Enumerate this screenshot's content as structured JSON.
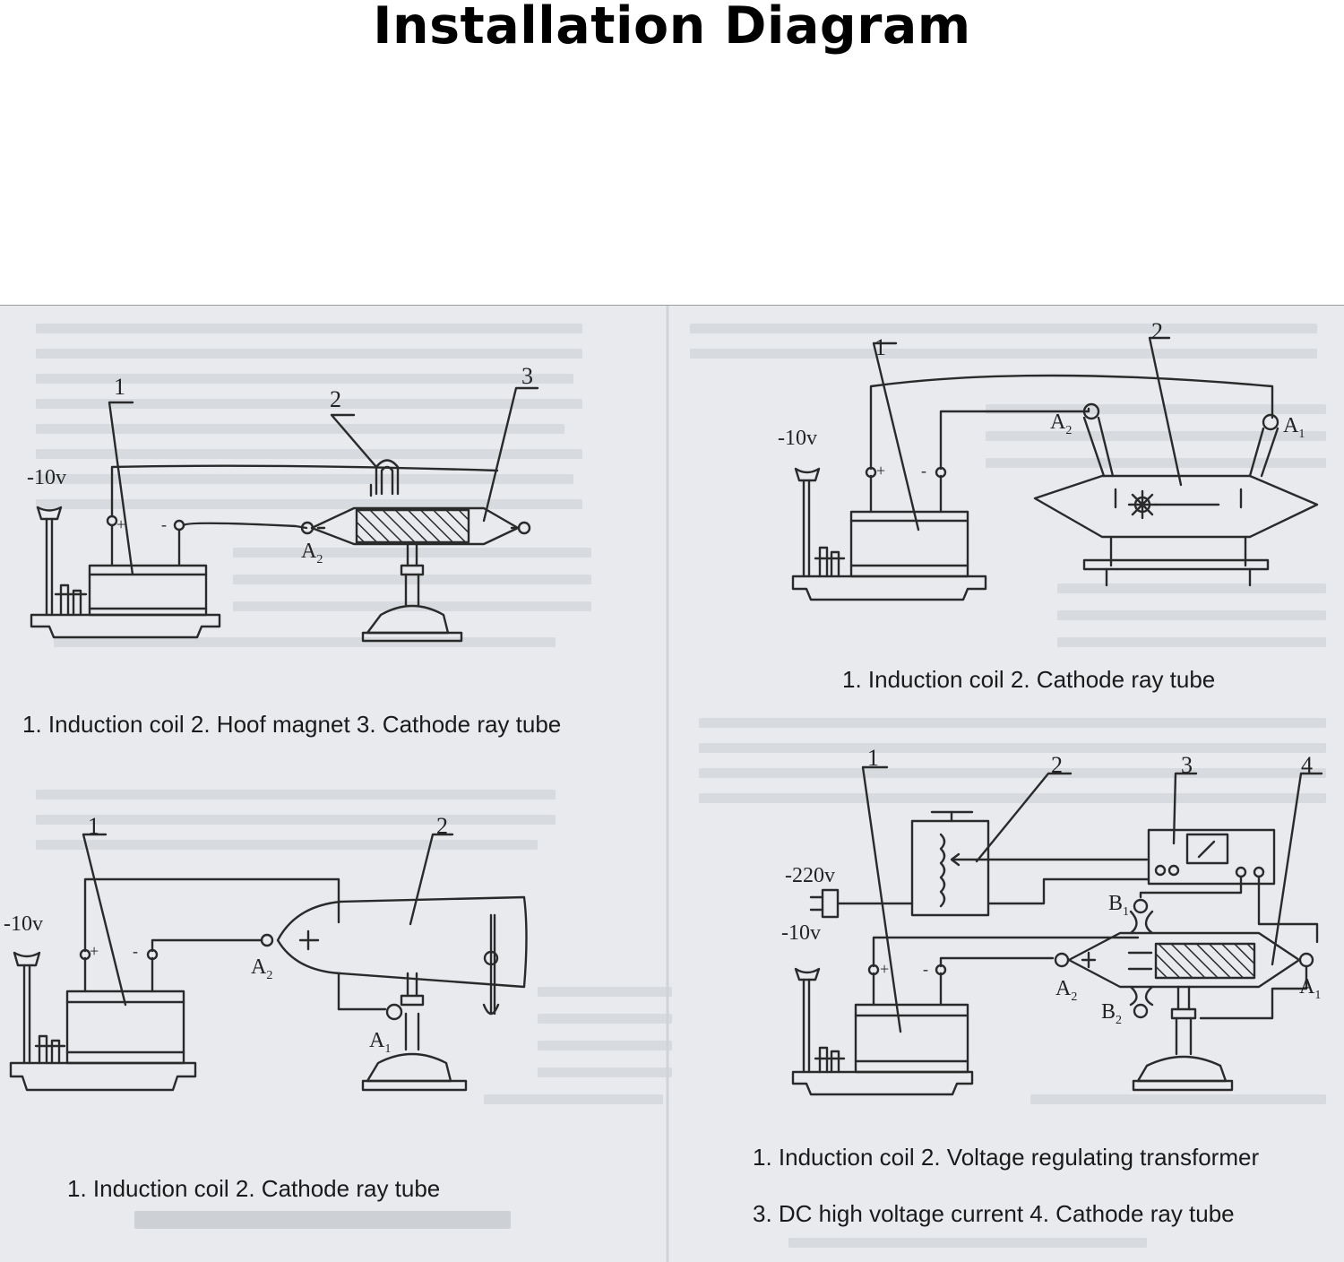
{
  "title": "Installation Diagram",
  "colors": {
    "sheet": "#e8eaee",
    "ink": "#2a2a2a",
    "title": "#000000"
  },
  "diagram_a": {
    "caption": "1. Induction coil 2. Hoof magnet 3. Cathode ray tube",
    "markers": [
      "1",
      "2",
      "3"
    ],
    "voltage": "-10v",
    "electrode": "A",
    "electrode_sub": "2",
    "plus": "+",
    "minus": "-"
  },
  "diagram_b": {
    "caption": "1. Induction coil 2. Cathode ray tube",
    "markers": [
      "1",
      "2"
    ],
    "voltage": "-10v",
    "electrode_left": "A",
    "electrode_left_sub": "2",
    "electrode_right": "A",
    "electrode_right_sub": "1",
    "plus": "+",
    "minus": "-"
  },
  "diagram_c": {
    "caption": "1. Induction coil 2. Cathode ray tube",
    "markers": [
      "1",
      "2"
    ],
    "voltage": "-10v",
    "electrode_a2": "A",
    "electrode_a2_sub": "2",
    "electrode_a1": "A",
    "electrode_a1_sub": "1",
    "plus": "+",
    "minus": "-"
  },
  "diagram_d": {
    "caption_line1": "1. Induction coil 2. Voltage regulating transformer",
    "caption_line2": "3. DC high voltage current 4. Cathode ray tube",
    "markers": [
      "1",
      "2",
      "3",
      "4"
    ],
    "voltage_mains": "-220v",
    "voltage": "-10v",
    "b1": "B",
    "b1_sub": "1",
    "b2": "B",
    "b2_sub": "2",
    "a2": "A",
    "a2_sub": "2",
    "a1": "A",
    "a1_sub": "1",
    "plus": "+",
    "minus": "-"
  },
  "icons": [
    "plug-icon",
    "induction-coil-icon",
    "cathode-ray-tube-icon",
    "horseshoe-magnet-icon",
    "transformer-icon",
    "meter-icon"
  ]
}
